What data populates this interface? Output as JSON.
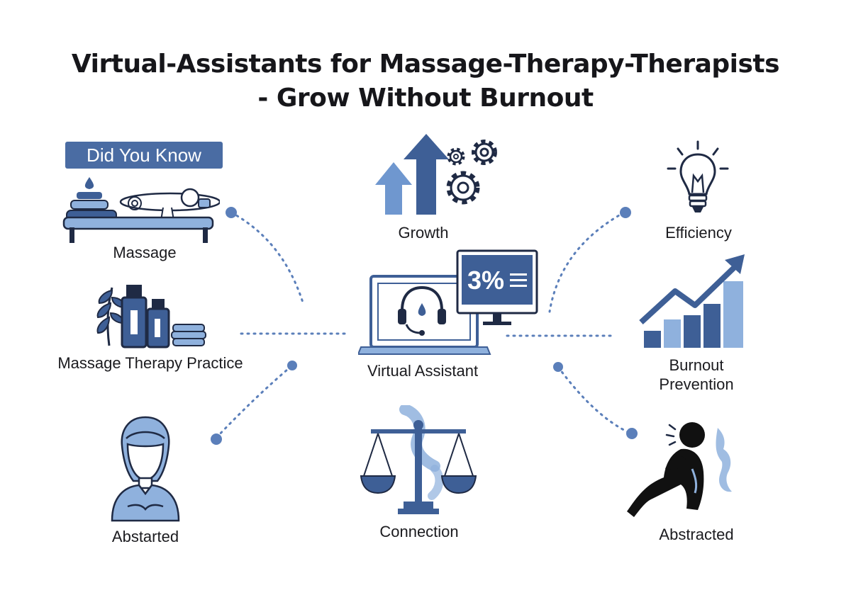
{
  "title": {
    "line1": "Virtual-Assistants for Massage-Therapy-Therapists",
    "line2": "- Grow Without Burnout"
  },
  "badge": "Did You Know",
  "nodes": {
    "massage": "Massage",
    "practice": "Massage Therapy Practice",
    "abstarted": "Abstarted",
    "growth": "Growth",
    "virtual_assistant": "Virtual Assistant",
    "connection": "Connection",
    "efficiency": "Efficiency",
    "burnout_line1": "Burnout",
    "burnout_line2": "Prevention",
    "abstracted": "Abstracted"
  },
  "monitor_text": "3%",
  "colors": {
    "primary": "#3e5f96",
    "light": "#8fb1dd",
    "dark": "#1f2a44",
    "dots": "#5b7fba"
  }
}
